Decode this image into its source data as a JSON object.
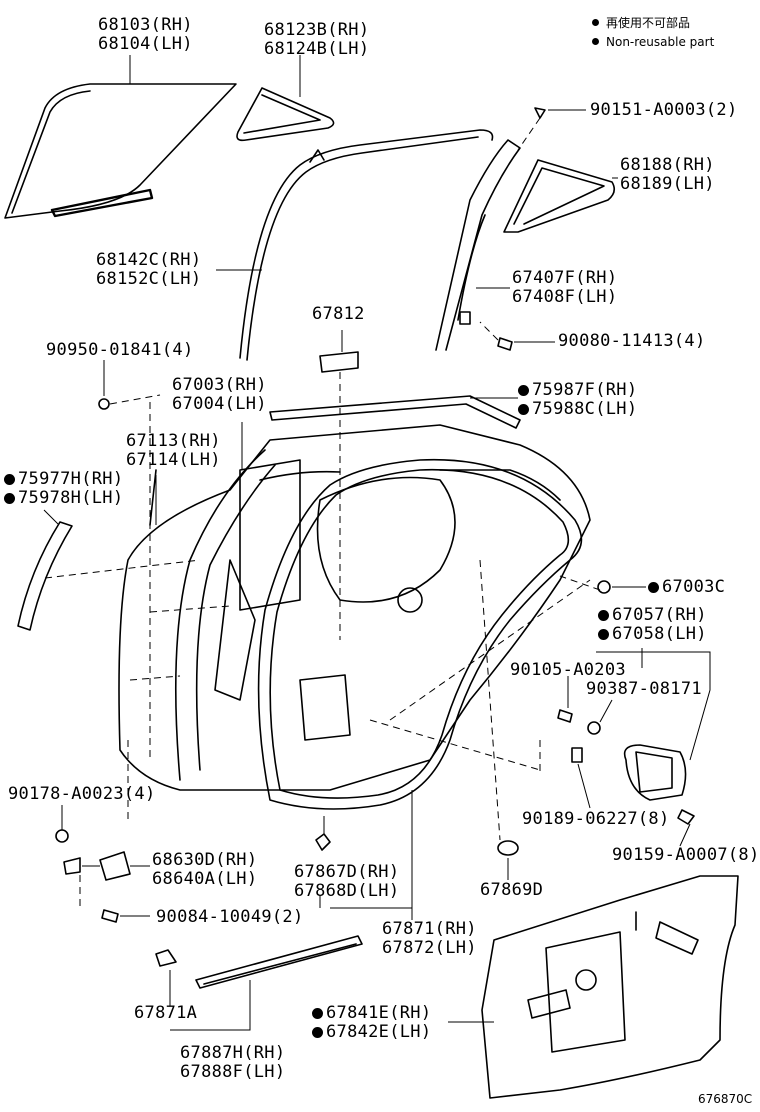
{
  "legend": {
    "line1": "再使用不可部品",
    "line2": "Non-reusable part"
  },
  "labels": {
    "l68103": [
      "68103(RH)",
      "68104(LH)"
    ],
    "l68123": [
      "68123B(RH)",
      "68124B(LH)"
    ],
    "l90151": [
      "90151-A0003(2)"
    ],
    "l68188": [
      "68188(RH)",
      "68189(LH)"
    ],
    "l68142": [
      "68142C(RH)",
      "68152C(LH)"
    ],
    "l67407": [
      "67407F(RH)",
      "67408F(LH)"
    ],
    "l67812": [
      "67812"
    ],
    "l90080": [
      "90080-11413(4)"
    ],
    "l90950": [
      "90950-01841(4)"
    ],
    "l67003": [
      "67003(RH)",
      "67004(LH)"
    ],
    "l75987": [
      "75987F(RH)",
      "75988C(LH)"
    ],
    "l67113": [
      "67113(RH)",
      "67114(LH)"
    ],
    "l75977": [
      "75977H(RH)",
      "75978H(LH)"
    ],
    "l67003C": [
      "67003C"
    ],
    "l67057": [
      "67057(RH)",
      "67058(LH)"
    ],
    "l90105": [
      "90105-A0203"
    ],
    "l90387": [
      "90387-08171"
    ],
    "l90178": [
      "90178-A0023(4)"
    ],
    "l90189": [
      "90189-06227(8)"
    ],
    "l90159": [
      "90159-A0007(8)"
    ],
    "l68630": [
      "68630D(RH)",
      "68640A(LH)"
    ],
    "l67867": [
      "67867D(RH)",
      "67868D(LH)"
    ],
    "l67869": [
      "67869D"
    ],
    "l90084": [
      "90084-10049(2)"
    ],
    "l67871": [
      "67871(RH)",
      "67872(LH)"
    ],
    "l67871A": [
      "67871A"
    ],
    "l67841": [
      "67841E(RH)",
      "67842E(LH)"
    ],
    "l67887": [
      "67887H(RH)",
      "67888F(LH)"
    ],
    "code": [
      "676870C"
    ]
  }
}
